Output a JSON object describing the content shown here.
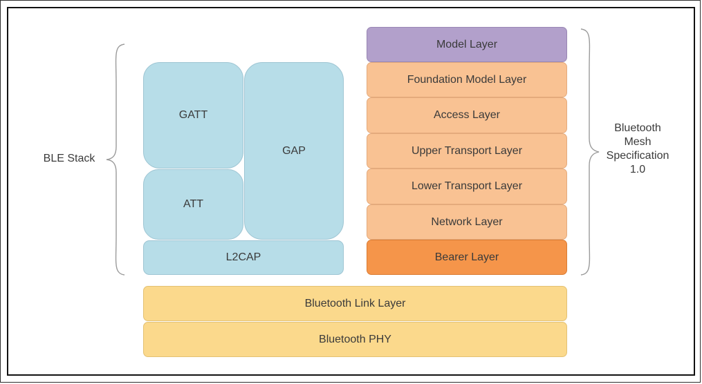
{
  "ble_stack": {
    "label": "BLE Stack",
    "gatt": "GATT",
    "att": "ATT",
    "gap": "GAP",
    "l2cap": "L2CAP"
  },
  "mesh_stack": {
    "label_lines": [
      "Bluetooth",
      "Mesh",
      "Specification",
      "1.0"
    ],
    "layers": [
      "Model Layer",
      "Foundation Model Layer",
      "Access Layer",
      "Upper Transport Layer",
      "Lower Transport Layer",
      "Network Layer",
      "Bearer Layer"
    ]
  },
  "bottom": {
    "link_layer": "Bluetooth Link Layer",
    "phy": "Bluetooth PHY"
  },
  "colors": {
    "ble_blue": "#b7dde8",
    "mesh_peach": "#f9c293",
    "model_purple": "#b2a0cb",
    "bearer_orange": "#f5954a",
    "bottom_yellow": "#fbd98c"
  }
}
